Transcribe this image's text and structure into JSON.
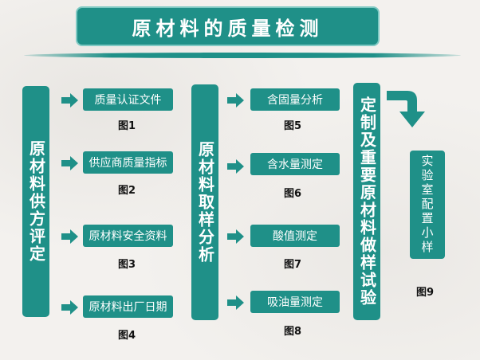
{
  "title": "原材料的质量检测",
  "colors": {
    "teal": "#1f9088",
    "background": "#f3f1ee"
  },
  "columns": [
    {
      "header": "原材料供方评定",
      "items": [
        {
          "label": "质量认证文件",
          "figure": "图1"
        },
        {
          "label": "供应商质量指标",
          "figure": "图2"
        },
        {
          "label": "原材料安全资料",
          "figure": "图3"
        },
        {
          "label": "原材料出厂日期",
          "figure": "图4"
        }
      ]
    },
    {
      "header": "原材料取样分析",
      "items": [
        {
          "label": "含固量分析",
          "figure": "图5"
        },
        {
          "label": "含水量测定",
          "figure": "图6"
        },
        {
          "label": "酸值测定",
          "figure": "图7"
        },
        {
          "label": "吸油量测定",
          "figure": "图8"
        }
      ]
    },
    {
      "header": "定制及重要原材料做样试验",
      "result": {
        "label": "实验室配置小样",
        "figure": "图9"
      }
    }
  ],
  "icons": {
    "right_arrow": "right-arrow-icon",
    "curved_arrow": "curved-down-arrow-icon"
  }
}
